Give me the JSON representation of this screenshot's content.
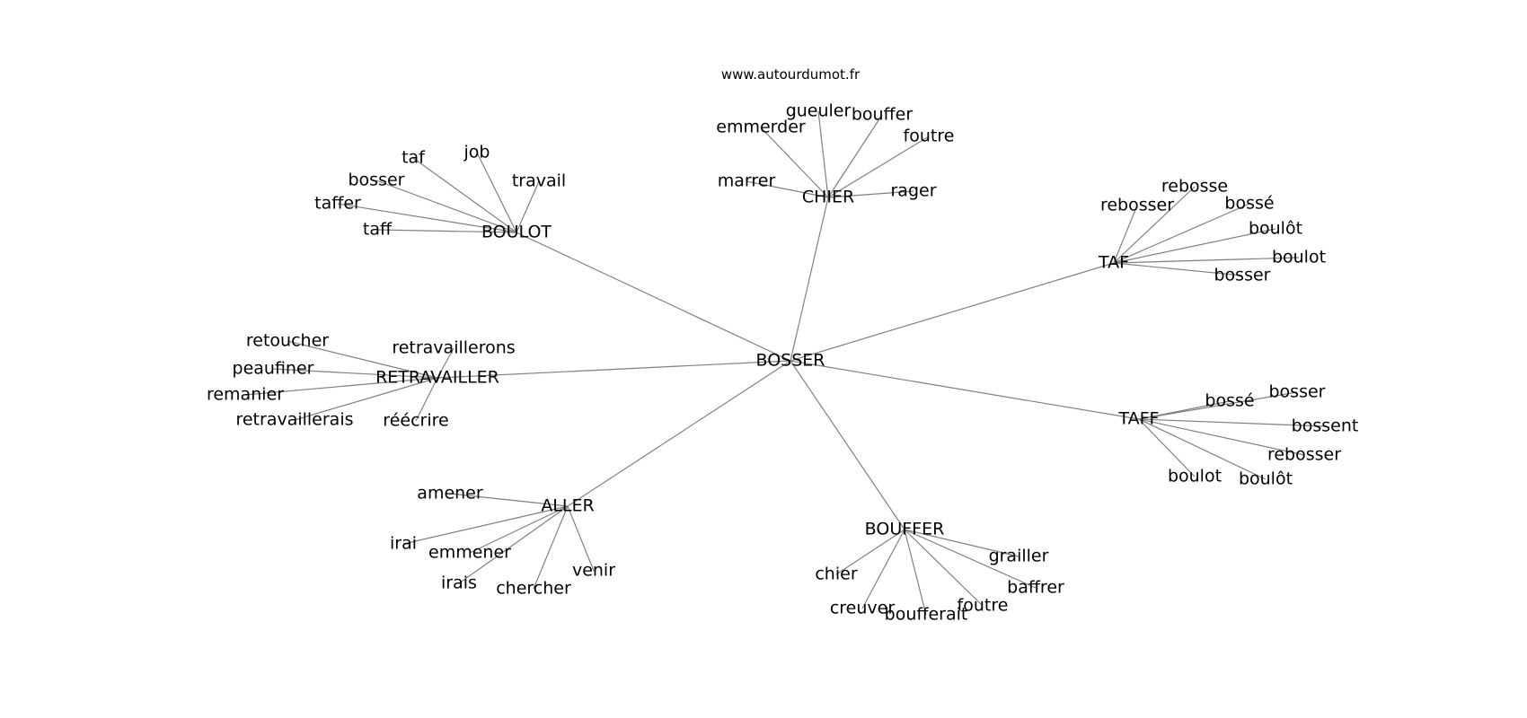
{
  "header": {
    "site": "www.autourdumot.fr"
  },
  "graph": {
    "center": "BOSSER",
    "hubs": [
      {
        "name": "BOULOT",
        "leaves": [
          "taf",
          "job",
          "bosser",
          "travail",
          "taffer",
          "taff"
        ]
      },
      {
        "name": "CHIER",
        "leaves": [
          "gueuler",
          "bouffer",
          "emmerder",
          "foutre",
          "marrer",
          "rager"
        ]
      },
      {
        "name": "TAF",
        "leaves": [
          "rebosse",
          "rebosser",
          "bossé",
          "boulôt",
          "boulot",
          "bosser"
        ]
      },
      {
        "name": "RETRAVAILLER",
        "leaves": [
          "retoucher",
          "retravaillerons",
          "peaufiner",
          "remanier",
          "retravaillerais",
          "réécrire"
        ]
      },
      {
        "name": "TAFF",
        "leaves": [
          "bosser",
          "bossé",
          "bossent",
          "rebosser",
          "boulot",
          "boulôt"
        ]
      },
      {
        "name": "ALLER",
        "leaves": [
          "amener",
          "irai",
          "emmener",
          "irais",
          "chercher",
          "venir"
        ]
      },
      {
        "name": "BOUFFER",
        "leaves": [
          "grailler",
          "chier",
          "baffrer",
          "foutre",
          "creuver",
          "boufferait"
        ]
      }
    ]
  }
}
